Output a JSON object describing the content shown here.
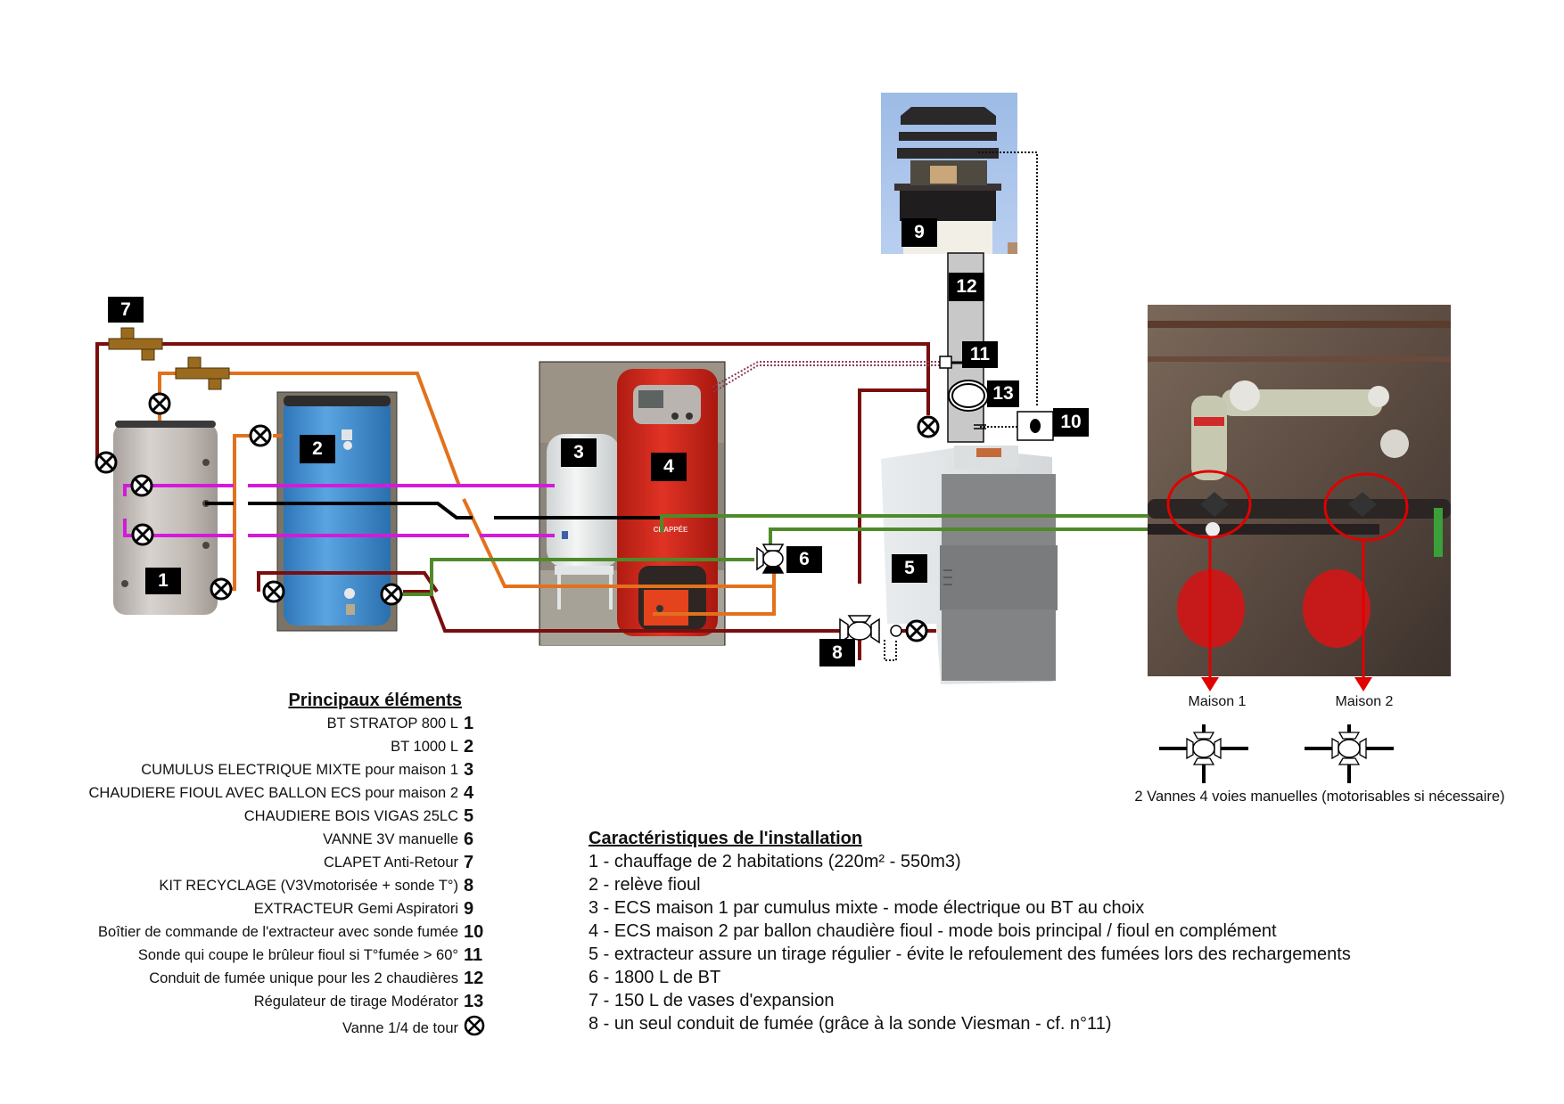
{
  "diagram": {
    "component_numbers": {
      "n1": "1",
      "n2": "2",
      "n3": "3",
      "n4": "4",
      "n5": "5",
      "n6": "6",
      "n7": "7",
      "n8": "8",
      "n9": "9",
      "n10": "10",
      "n11": "11",
      "n12": "12",
      "n13": "13"
    },
    "boiler4_brand": "CHAPPÉE",
    "pipe_colors": {
      "hot_return_darkred": "#7a0e0e",
      "orange_circuit": "#e2711d",
      "magenta_ecs": "#d21bd8",
      "green_supply": "#4f8a2a",
      "black_line": "#000000",
      "red_arrow": "#e00000",
      "clapet_brass": "#9a6b1f"
    },
    "photo_palette": {
      "tank1_silver": "#bdb6b2",
      "tank2_blue": "#3f8fd4",
      "cumulus_white": "#e8eaea",
      "chaudiere_fioul_red": "#d22a1e",
      "chaudiere_bois_grey": "#8a8a8a",
      "sky_blue": "#a9c4ea",
      "cellar_brown": "#6e5a4c",
      "expansion_vessel_red": "#c61a1a"
    }
  },
  "maison_labels": [
    "Maison 1",
    "Maison 2"
  ],
  "valve4_caption": "2 Vannes 4 voies manuelles (motorisables si nécessaire)",
  "legend": {
    "title": "Principaux éléments",
    "items": [
      {
        "label": "BT STRATOP 800 L",
        "key": "1"
      },
      {
        "label": "BT 1000 L",
        "key": "2"
      },
      {
        "label": "CUMULUS ELECTRIQUE MIXTE pour maison 1",
        "key": "3"
      },
      {
        "label": "CHAUDIERE FIOUL AVEC BALLON ECS pour maison 2",
        "key": "4"
      },
      {
        "label": "CHAUDIERE BOIS VIGAS 25LC",
        "key": "5"
      },
      {
        "label": "VANNE 3V manuelle",
        "key": "6"
      },
      {
        "label": "CLAPET Anti-Retour",
        "key": "7"
      },
      {
        "label": "KIT RECYCLAGE (V3Vmotorisée + sonde T°)",
        "key": "8"
      },
      {
        "label": "EXTRACTEUR Gemi Aspiratori",
        "key": "9"
      },
      {
        "label": "Boîtier de commande de l'extracteur avec sonde fumée",
        "key": "10"
      },
      {
        "label": "Sonde qui coupe le brûleur fioul si T°fumée > 60°",
        "key": "11"
      },
      {
        "label": "Conduit de fumée unique pour les 2 chaudières",
        "key": "12"
      },
      {
        "label": "Régulateur de tirage Modérator",
        "key": "13"
      },
      {
        "label": "Vanne 1/4 de tour",
        "key": "valve-quarter-turn-icon"
      }
    ]
  },
  "characteristics": {
    "title": "Caractéristiques de l'installation",
    "lines": [
      "1 - chauffage de 2 habitations (220m² - 550m3)",
      "2 - relève fioul",
      "3 - ECS maison 1 par cumulus mixte - mode électrique ou BT au choix",
      "4 - ECS maison 2 par ballon chaudière fioul - mode bois principal / fioul en complément",
      "5 - extracteur assure un tirage régulier - évite le refoulement des fumées lors des rechargements",
      "6 - 1800 L de BT",
      "7 - 150 L de vases d'expansion",
      "8 - un seul conduit de fumée (grâce à la sonde Viesman - cf. n°11)"
    ]
  }
}
